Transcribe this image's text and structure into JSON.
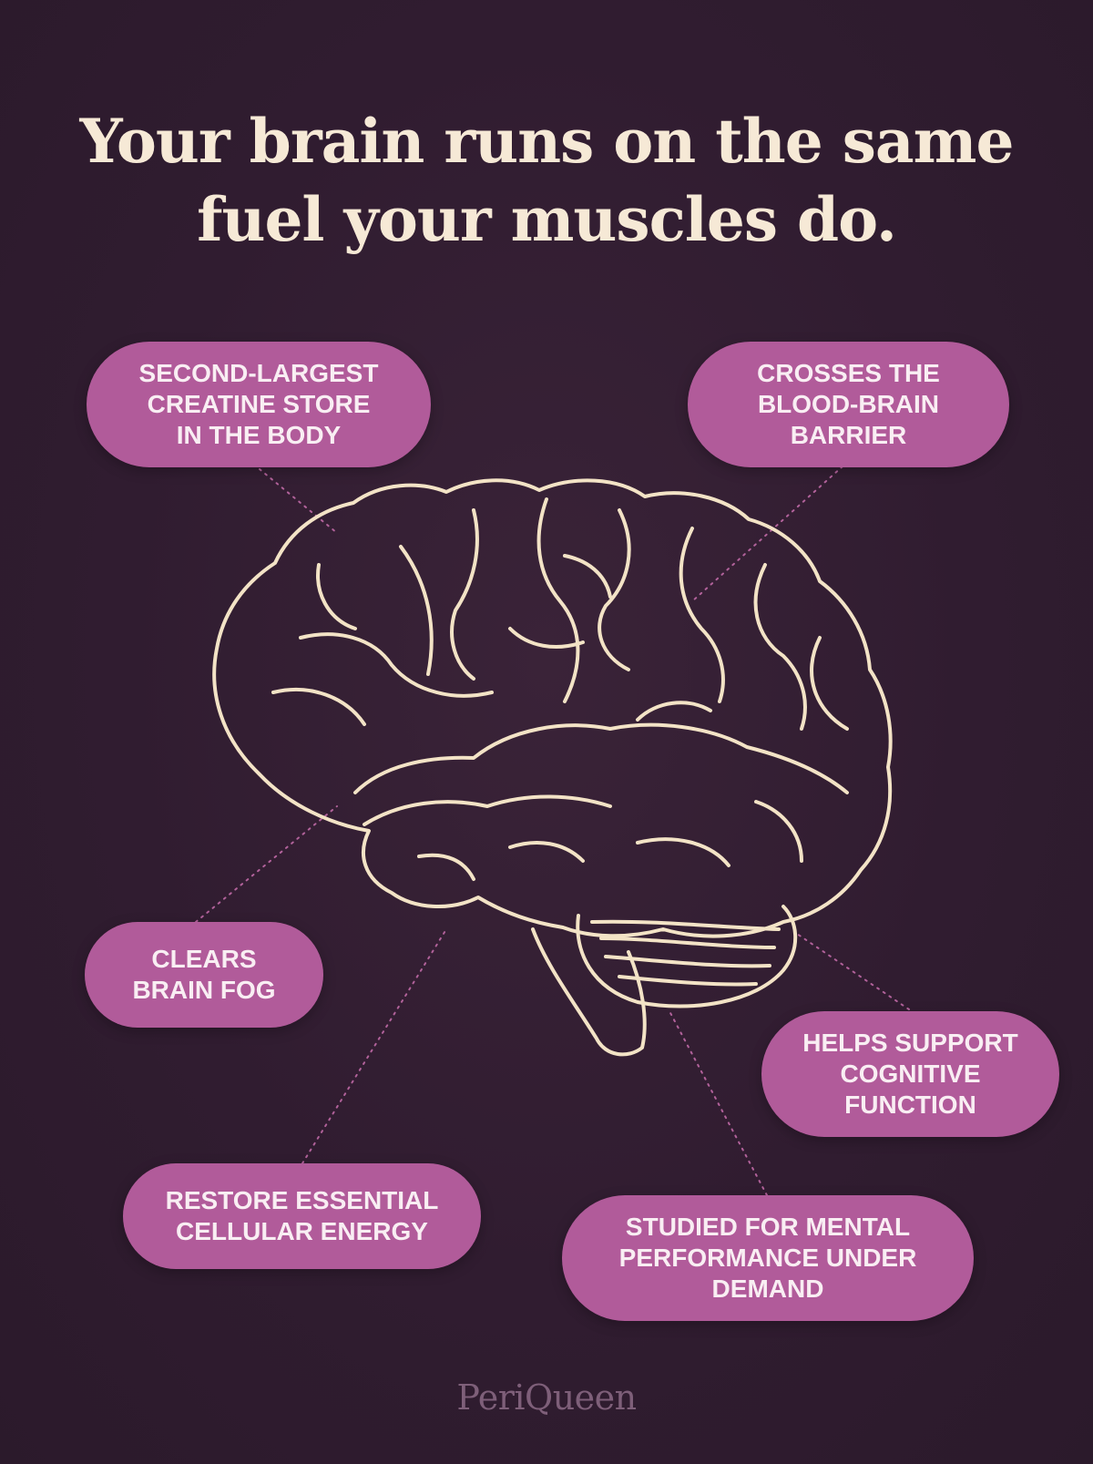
{
  "headline": {
    "line1": "Your brain runs on the same",
    "line2": "fuel your muscles do."
  },
  "pills": [
    {
      "id": "creatine-store",
      "text": "SECOND-LARGEST\nCREATINE STORE\nIN THE BODY"
    },
    {
      "id": "blood-brain",
      "text": "CROSSES THE\nBLOOD-BRAIN\nBARRIER"
    },
    {
      "id": "brain-fog",
      "text": "CLEARS\nBRAIN FOG"
    },
    {
      "id": "cognitive",
      "text": "HELPS SUPPORT\nCOGNITIVE\nFUNCTION"
    },
    {
      "id": "cellular-energy",
      "text": "RESTORE ESSENTIAL\nCELLULAR ENERGY"
    },
    {
      "id": "mental-performance",
      "text": "STUDIED FOR MENTAL\nPERFORMANCE UNDER\nDEMAND"
    }
  ],
  "brand": "PeriQueen",
  "colors": {
    "background": "#301c30",
    "headline": "#f6e9d6",
    "pill": "#b15b9a",
    "pill_text": "#f9eef3",
    "brain_outline": "#f3e3c6",
    "connector": "#c069a6",
    "brand": "#7e5f79"
  },
  "illustration": "brain-outline-icon"
}
